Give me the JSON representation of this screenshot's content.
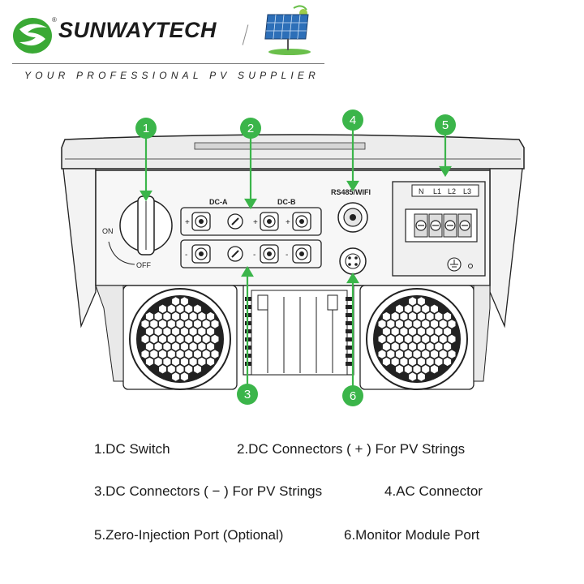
{
  "header": {
    "brand": "SUNWAYTECH",
    "registered_mark": "®",
    "tagline": "YOUR PROFESSIONAL PV SUPPLIER",
    "colors": {
      "brand_green": "#3aa935",
      "callout_green": "#3bb54a",
      "text": "#1b1b1b"
    }
  },
  "diagram": {
    "callouts": [
      "1",
      "2",
      "3",
      "4",
      "5",
      "6"
    ],
    "labels": {
      "dc_a": "DC-A",
      "dc_b": "DC-B",
      "on": "ON",
      "off": "OFF",
      "comm_port": "RS485/WIFI",
      "ac_n": "N",
      "ac_l1": "L1",
      "ac_l2": "L2",
      "ac_l3": "L3",
      "plus": "+",
      "minus": "-"
    },
    "icons": [
      "solar-panel-icon",
      "brand-logo-icon",
      "ground-symbol-icon",
      "fan-grille-icon"
    ]
  },
  "legend": [
    "1.DC Switch",
    "2.DC Connectors ( + ) For PV Strings",
    "3.DC Connectors ( − ) For PV Strings",
    "4.AC Connector",
    "5.Zero-Injection Port (Optional)",
    "6.Monitor Module Port"
  ]
}
